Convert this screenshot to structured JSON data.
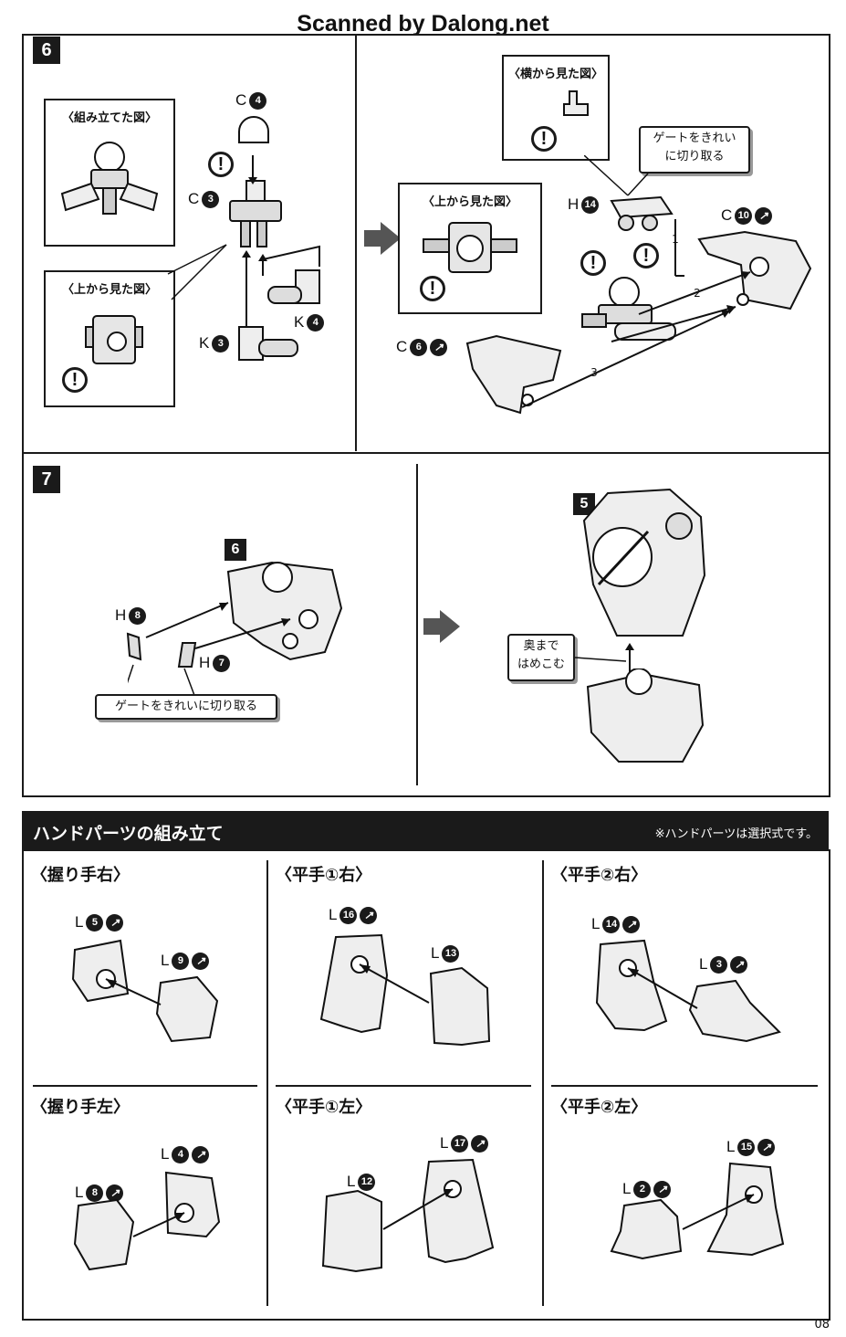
{
  "watermark": "Scanned by Dalong.net",
  "page_number": "08",
  "step6": {
    "number": "6",
    "assembled_view_title": "〈組み立てた図〉",
    "top_view_title_left": "〈上から見た図〉",
    "side_view_title": "〈横から見た図〉",
    "top_view_title_right": "〈上から見た図〉",
    "gate_note": [
      "ゲートをきれい",
      "に切り取る"
    ],
    "parts": {
      "c4": {
        "letter": "C",
        "num": "4"
      },
      "c3": {
        "letter": "C",
        "num": "3"
      },
      "k4": {
        "letter": "K",
        "num": "4"
      },
      "k3": {
        "letter": "K",
        "num": "3"
      },
      "h14": {
        "letter": "H",
        "num": "14"
      },
      "c10": {
        "letter": "C",
        "num": "10",
        "cut": "↗"
      },
      "c6": {
        "letter": "C",
        "num": "6",
        "cut": "↗"
      }
    },
    "sequence": [
      "1",
      "2",
      "3"
    ]
  },
  "step7": {
    "number": "7",
    "ref6": "6",
    "ref5": "5",
    "parts": {
      "h8": {
        "letter": "H",
        "num": "8"
      },
      "h7": {
        "letter": "H",
        "num": "7"
      }
    },
    "gate_note": "ゲートをきれいに切り取る",
    "push_note": [
      "奥まで",
      "はめこむ"
    ]
  },
  "hands": {
    "title": "ハンドパーツの組み立て",
    "note": "※ハンドパーツは選択式です。",
    "sections": [
      {
        "title": "〈握り手右〉",
        "a": {
          "letter": "L",
          "num": "5"
        },
        "b": {
          "letter": "L",
          "num": "9"
        }
      },
      {
        "title": "〈平手①右〉",
        "a": {
          "letter": "L",
          "num": "16"
        },
        "b": {
          "letter": "L",
          "num": "13"
        }
      },
      {
        "title": "〈平手②右〉",
        "a": {
          "letter": "L",
          "num": "14"
        },
        "b": {
          "letter": "L",
          "num": "3"
        }
      },
      {
        "title": "〈握り手左〉",
        "a": {
          "letter": "L",
          "num": "4"
        },
        "b": {
          "letter": "L",
          "num": "8"
        }
      },
      {
        "title": "〈平手①左〉",
        "a": {
          "letter": "L",
          "num": "17"
        },
        "b": {
          "letter": "L",
          "num": "12"
        }
      },
      {
        "title": "〈平手②左〉",
        "a": {
          "letter": "L",
          "num": "15"
        },
        "b": {
          "letter": "L",
          "num": "2"
        }
      }
    ],
    "cut_mark": "↗",
    "warning_mark": "!"
  }
}
